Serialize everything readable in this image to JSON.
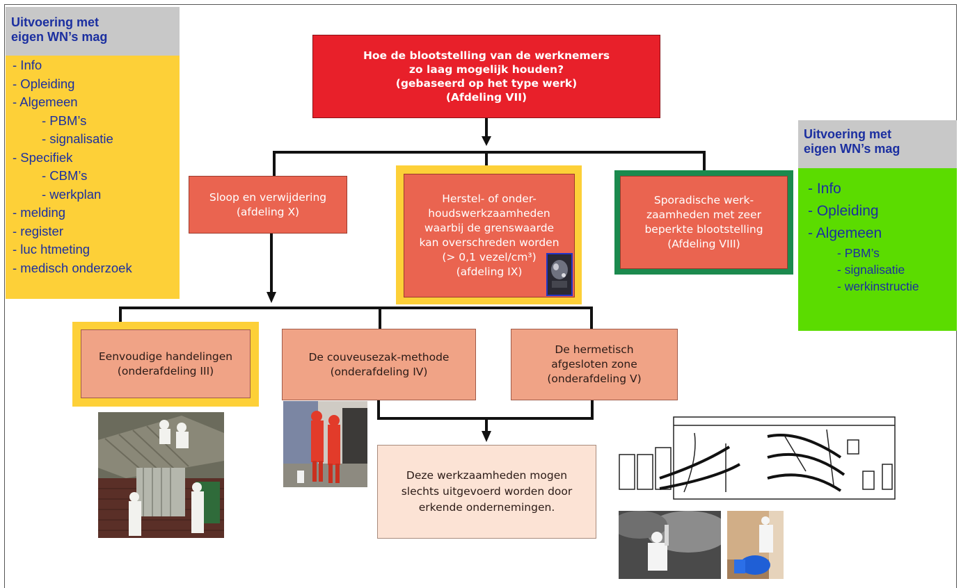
{
  "left_panel": {
    "title": "Uitvoering met\neigen WN’s mag",
    "items": [
      "- Info",
      "- Opleiding",
      "- Algemeen",
      "- PBM’s",
      "- signalisatie",
      "- Specifiek",
      "- CBM’s",
      "- werkplan",
      "- melding",
      "- register",
      "- luc htmeting",
      "- medisch onderzoek"
    ]
  },
  "right_panel": {
    "title": "Uitvoering met\neigen WN’s mag",
    "items": [
      "- Info",
      "- Opleiding",
      "- Algemeen",
      "- PBM’s",
      "- signalisatie",
      "- werkinstructie"
    ]
  },
  "flow": {
    "top": "Hoe de blootstelling van de werknemers\nzo laag mogelijk houden?\n(gebaseerd op het type werk)\n(Afdeling VII)",
    "sloop": "Sloop en verwijdering\n(afdeling X)",
    "herstel": "Herstel- of onder-\nhoudswerkzaamheden\nwaarbij de grenswaarde\nkan overschreden worden\n(> 0,1 vezel/cm³)\n(afdeling IX)",
    "sporadisch": "Sporadische  werk-\nzaamheden met zeer\nbeperkte blootstelling\n(Afdeling VIII)",
    "eenvoudig": "Eenvoudige handelingen\n(onderafdeling III)",
    "couveuse": "De couveusezak-methode\n(onderafdeling IV)",
    "hermetisch": "De hermetisch\nafgesloten zone\n(onderafdeling V)",
    "erkend": "Deze werkzaamheden mogen\nslechts uitgevoerd worden door\nerkende ondernemingen."
  },
  "colors": {
    "yellow": "#fdd038",
    "green": "#5bdc00",
    "red": "#e8202a",
    "salmon": "#ea6450",
    "light_salmon": "#f0a386",
    "pale": "#fce3d5",
    "dark_green_frame": "#1b8a4e",
    "title_blue": "#1b2fa0"
  }
}
